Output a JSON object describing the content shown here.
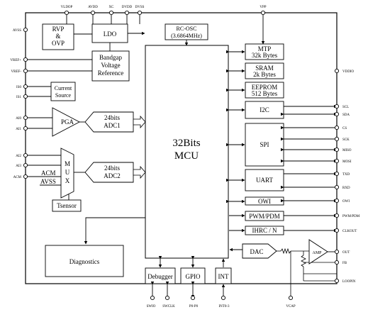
{
  "pins_top": [
    "VLDOP",
    "AVDD",
    "XC",
    "DVDD",
    "DVSS",
    "VPP"
  ],
  "pins_left": [
    "AVSS",
    "VREF+",
    "VREF-",
    "IS0",
    "IS1",
    "AI0",
    "AI1",
    "AI2",
    "AI3",
    "ACM"
  ],
  "pins_right": [
    "VDDIO",
    "SCL",
    "SDA",
    "CS",
    "SCK",
    "MISO",
    "MOSI",
    "TXD",
    "RXD",
    "OWI",
    "PWM/PDM",
    "CLKOUT",
    "OUT",
    "FB",
    "LOOPIN"
  ],
  "pins_bottom": [
    "SWIO",
    "SWCLK",
    "P0-P0",
    "INT0-3",
    "VCAP"
  ],
  "blocks": {
    "rvp_ovp": [
      "RVP",
      "&",
      "OVP"
    ],
    "ldo": "LDO",
    "rc_osc": [
      "RC-OSC",
      "(3.6864MHz)"
    ],
    "bandgap": [
      "Bandgap",
      "Voltage",
      "Reference"
    ],
    "current_source": [
      "Current",
      "Source"
    ],
    "pga": "PGA",
    "adc1": [
      "24bits",
      "ADC1"
    ],
    "adc2": [
      "24bits",
      "ADC2"
    ],
    "mux": [
      "M",
      "U",
      "X"
    ],
    "mux_inputs": [
      "ACM",
      "AVSS"
    ],
    "tsensor": "Tsensor",
    "mcu": [
      "32Bits",
      "MCU"
    ],
    "mtp": [
      "MTP",
      "32k Bytes"
    ],
    "sram": [
      "SRAM",
      "2k Bytes"
    ],
    "eeprom": [
      "EEPROM",
      "512 Bytes"
    ],
    "i2c": "I2C",
    "spi": "SPI",
    "uart": "UART",
    "owi": "OWI",
    "pwm_pdm": "PWM/PDM",
    "ihrc": "IHRC / N",
    "dac": "DAC",
    "amp": "AMP",
    "diagnostics": "Diagnostics",
    "debugger": "Debugger",
    "gpio": "GPIO",
    "int": "INT"
  }
}
